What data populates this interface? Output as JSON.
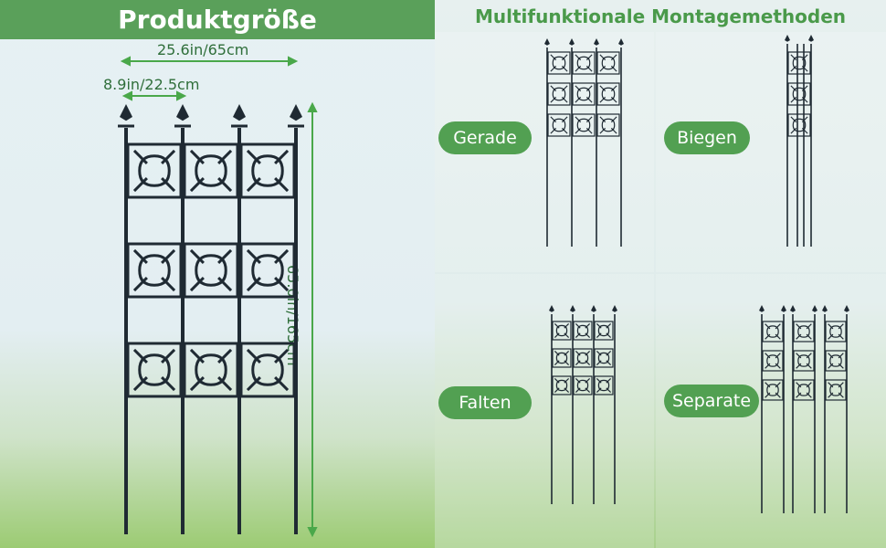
{
  "left_title": "Produktgröße",
  "dims": {
    "width_total": "25.6in/65cm",
    "panel_width": "8.9in/22.5cm",
    "height": "65.0in/165cm"
  },
  "right_title": "Multifunktionale Montagemethoden",
  "methods": [
    {
      "label": "Gerade"
    },
    {
      "label": "Biegen"
    },
    {
      "label": "Falten"
    },
    {
      "label": "Separate"
    }
  ],
  "colors": {
    "accent": "#5aa05a",
    "arrow": "#4aa84a",
    "trellis": "#1f2a33"
  }
}
